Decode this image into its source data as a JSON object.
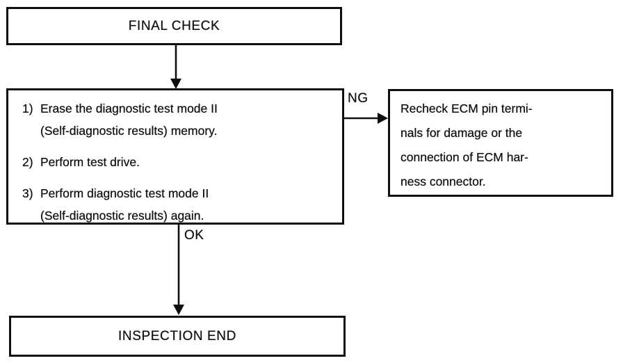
{
  "page": {
    "background": "#ffffff",
    "ink": "#0f0f0f"
  },
  "flowchart": {
    "nodes": {
      "final_check": {
        "label": "FINAL CHECK"
      },
      "procedure": {
        "steps": [
          {
            "number": "1)",
            "text": "Erase the diagnostic test mode II\n(Self-diagnostic results) memory."
          },
          {
            "number": "2)",
            "text": "Perform test drive."
          },
          {
            "number": "3)",
            "text": "Perform diagnostic test mode II\n(Self-diagnostic results) again."
          }
        ]
      },
      "recheck": {
        "text": "Recheck ECM pin termi-\nnals for damage or the\nconnection of ECM har-\nness connector."
      },
      "inspection_end": {
        "label": "INSPECTION END"
      }
    },
    "edge_labels": {
      "ng": "NG",
      "ok": "OK"
    }
  }
}
